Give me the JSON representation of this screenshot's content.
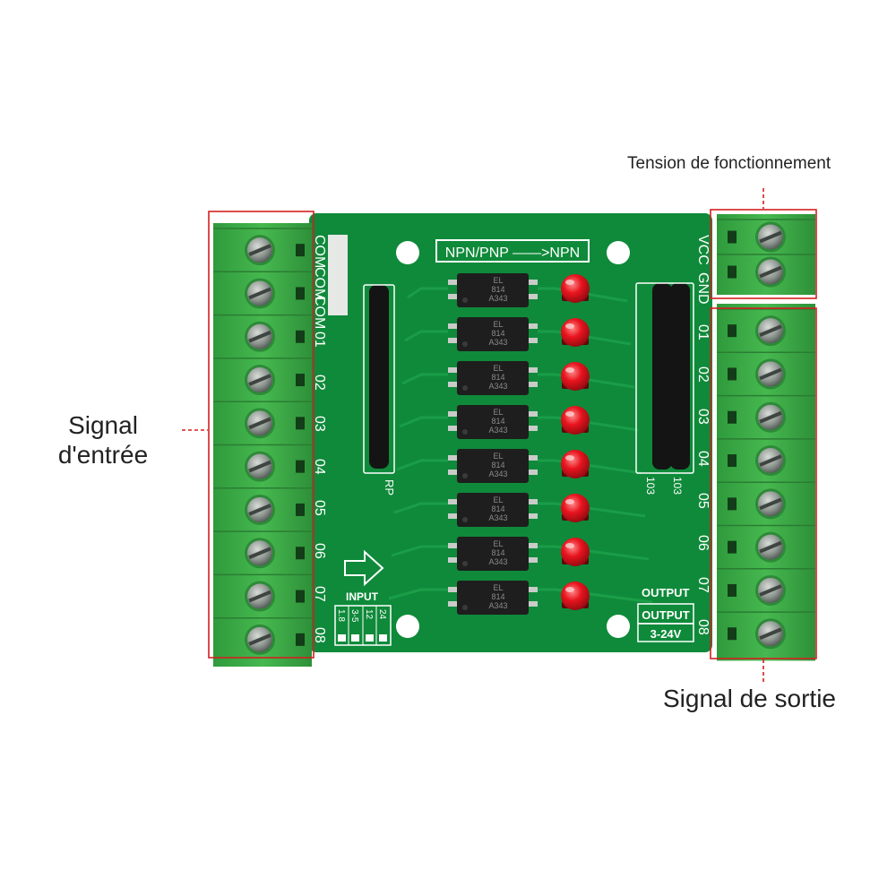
{
  "callouts": {
    "voltage": "Tension de fonctionnement",
    "input_line1": "Signal",
    "input_line2": "d'entrée",
    "output": "Signal de sortie"
  },
  "board": {
    "header": "NPN/PNP ——>NPN",
    "input_labels": [
      "COM",
      "COM",
      "COM",
      "01",
      "02",
      "03",
      "04",
      "05",
      "06",
      "07",
      "08"
    ],
    "power_labels": [
      "VCC",
      "GND"
    ],
    "output_labels": [
      "01",
      "02",
      "03",
      "04",
      "05",
      "06",
      "07",
      "08"
    ],
    "resistor_left": "RP",
    "resistor_right": [
      "103",
      "103"
    ],
    "input_title": "INPUT",
    "input_voltages": [
      "1.8",
      "3-5",
      "12",
      "24"
    ],
    "output_title": "OUTPUT",
    "output_box": "OUTPUT",
    "output_range": "3-24V",
    "chip_marking": [
      "EL",
      "814",
      "A343"
    ]
  },
  "colors": {
    "pcb": "#0f8a3a",
    "terminal": "#3cae48",
    "led": "#e8141e",
    "chip": "#1e1e1e",
    "callout_box": "#d42020"
  }
}
